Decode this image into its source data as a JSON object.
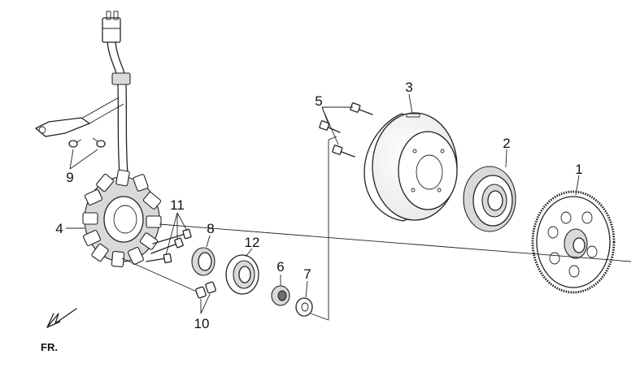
{
  "labels": {
    "p1": "1",
    "p2": "2",
    "p3": "3",
    "p4": "4",
    "p5": "5",
    "p6": "6",
    "p7": "7",
    "p8": "8",
    "p9": "9",
    "p10": "10",
    "p11": "11",
    "p12": "12"
  },
  "direction": {
    "text": "FR.",
    "icon": "front-arrow-icon"
  }
}
